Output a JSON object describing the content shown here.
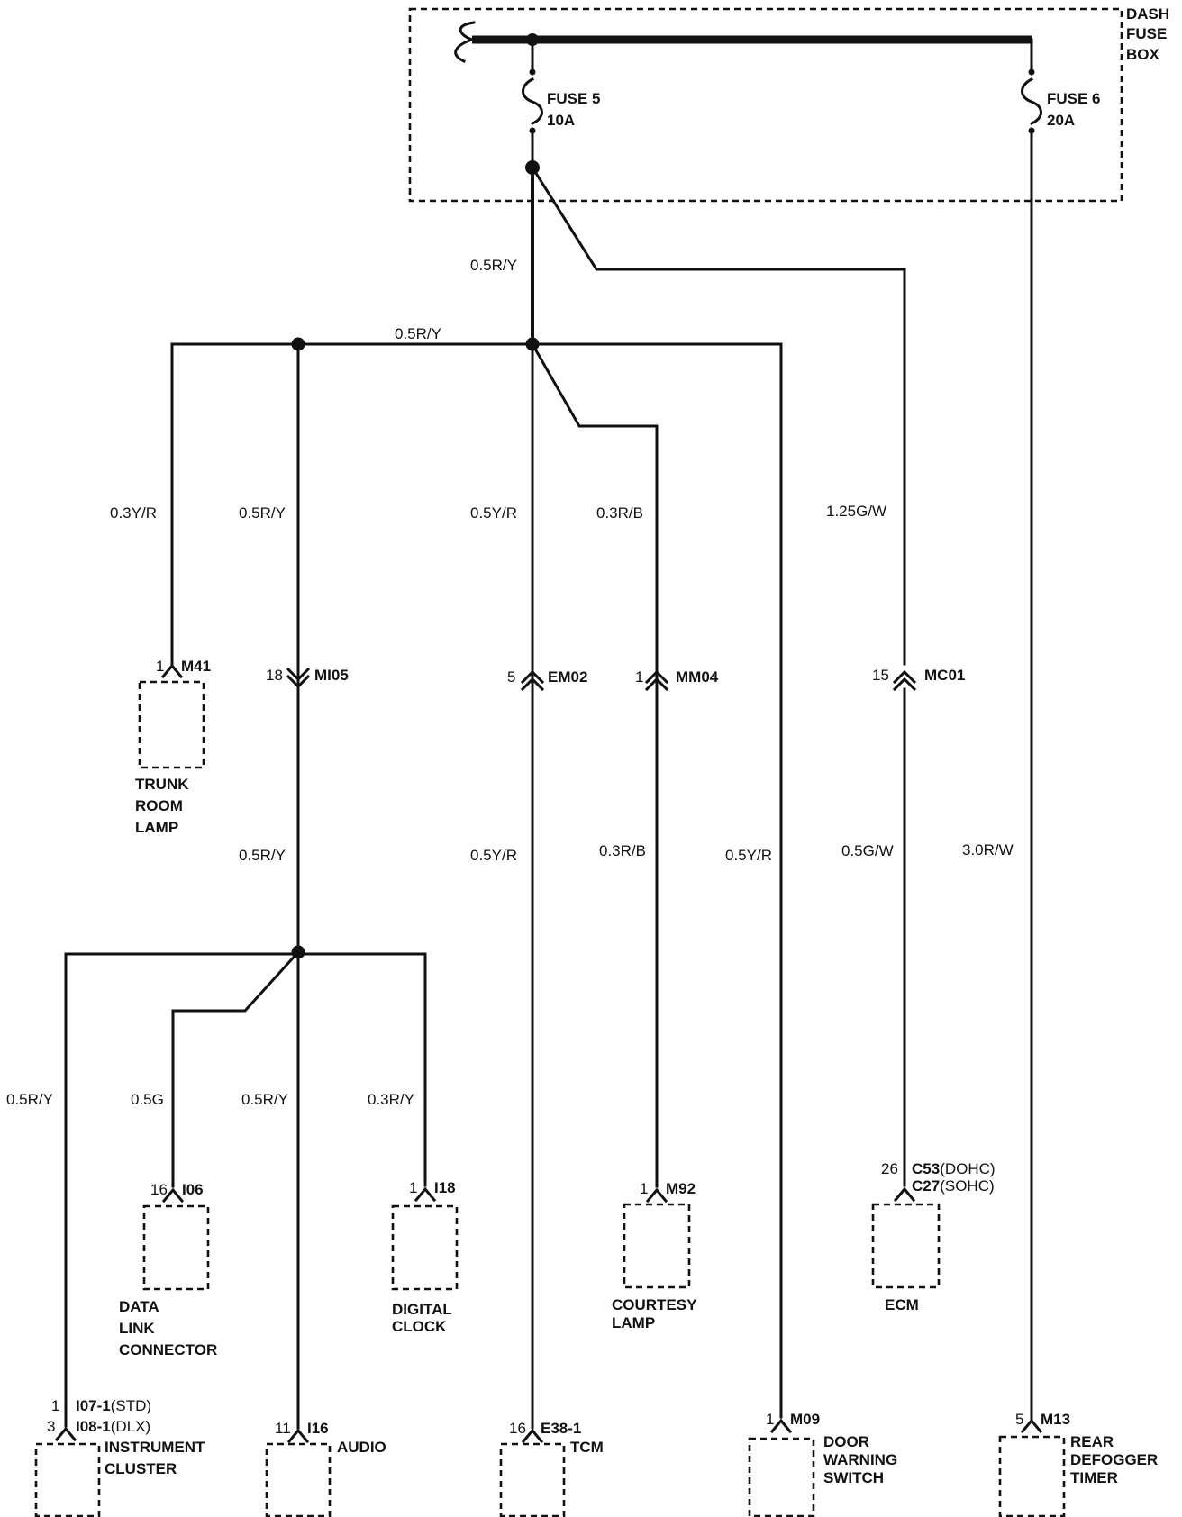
{
  "fuse_box": {
    "label": [
      "DASH",
      "FUSE",
      "BOX"
    ]
  },
  "fuses": [
    {
      "name": "FUSE 5",
      "rating": "10A"
    },
    {
      "name": "FUSE 6",
      "rating": "20A"
    }
  ],
  "wires": {
    "main_feed": "0.5R/Y",
    "main_bus": "0.5R/Y",
    "trunk": "0.3Y/R",
    "mi05_upper": "0.5R/Y",
    "em02_upper": "0.5Y/R",
    "mm04_upper": "0.3R/B",
    "mc01_upper": "1.25G/W",
    "mi05_lower": "0.5R/Y",
    "em02_lower": "0.5Y/R",
    "mm04_lower": "0.3R/B",
    "door": "0.5Y/R",
    "mc01_lower": "0.5G/W",
    "defogger": "3.0R/W",
    "cluster": "0.5R/Y",
    "dlc": "0.5G",
    "audio": "0.5R/Y",
    "clock": "0.3R/Y"
  },
  "connectors": {
    "m41": {
      "pin": "1",
      "name": "M41"
    },
    "mi05": {
      "pin": "18",
      "name": "MI05"
    },
    "em02": {
      "pin": "5",
      "name": "EM02"
    },
    "mm04": {
      "pin": "1",
      "name": "MM04"
    },
    "mc01": {
      "pin": "15",
      "name": "MC01"
    }
  },
  "components": {
    "trunk_lamp": {
      "pin": "1",
      "conn": "M41",
      "label": [
        "TRUNK",
        "ROOM",
        "LAMP"
      ]
    },
    "dlc": {
      "pin": "16",
      "conn": "I06",
      "label": [
        "DATA",
        "LINK",
        "CONNECTOR"
      ]
    },
    "clock": {
      "pin": "1",
      "conn": "I18",
      "label": [
        "DIGITAL",
        "CLOCK"
      ]
    },
    "courtesy_lamp": {
      "pin": "1",
      "conn": "M92",
      "label": [
        "COURTESY",
        "LAMP"
      ]
    },
    "ecm": {
      "pin": "26",
      "conn1": "C53",
      "conn1_note": "(DOHC)",
      "conn2": "C27",
      "conn2_note": "(SOHC)",
      "label": [
        "ECM"
      ]
    },
    "cluster": {
      "pin1": "1",
      "conn1": "I07-1",
      "conn1_note": "(STD)",
      "pin2": "3",
      "conn2": "I08-1",
      "conn2_note": "(DLX)",
      "label": [
        "INSTRUMENT",
        "CLUSTER"
      ]
    },
    "audio": {
      "pin": "11",
      "conn": "I16",
      "label": [
        "AUDIO"
      ]
    },
    "tcm": {
      "pin": "16",
      "conn": "E38-1",
      "label": [
        "TCM"
      ]
    },
    "door_switch": {
      "pin": "1",
      "conn": "M09",
      "label": [
        "DOOR",
        "WARNING",
        "SWITCH"
      ]
    },
    "defogger": {
      "pin": "5",
      "conn": "M13",
      "label": [
        "REAR",
        "DEFOGGER",
        "TIMER"
      ]
    }
  }
}
